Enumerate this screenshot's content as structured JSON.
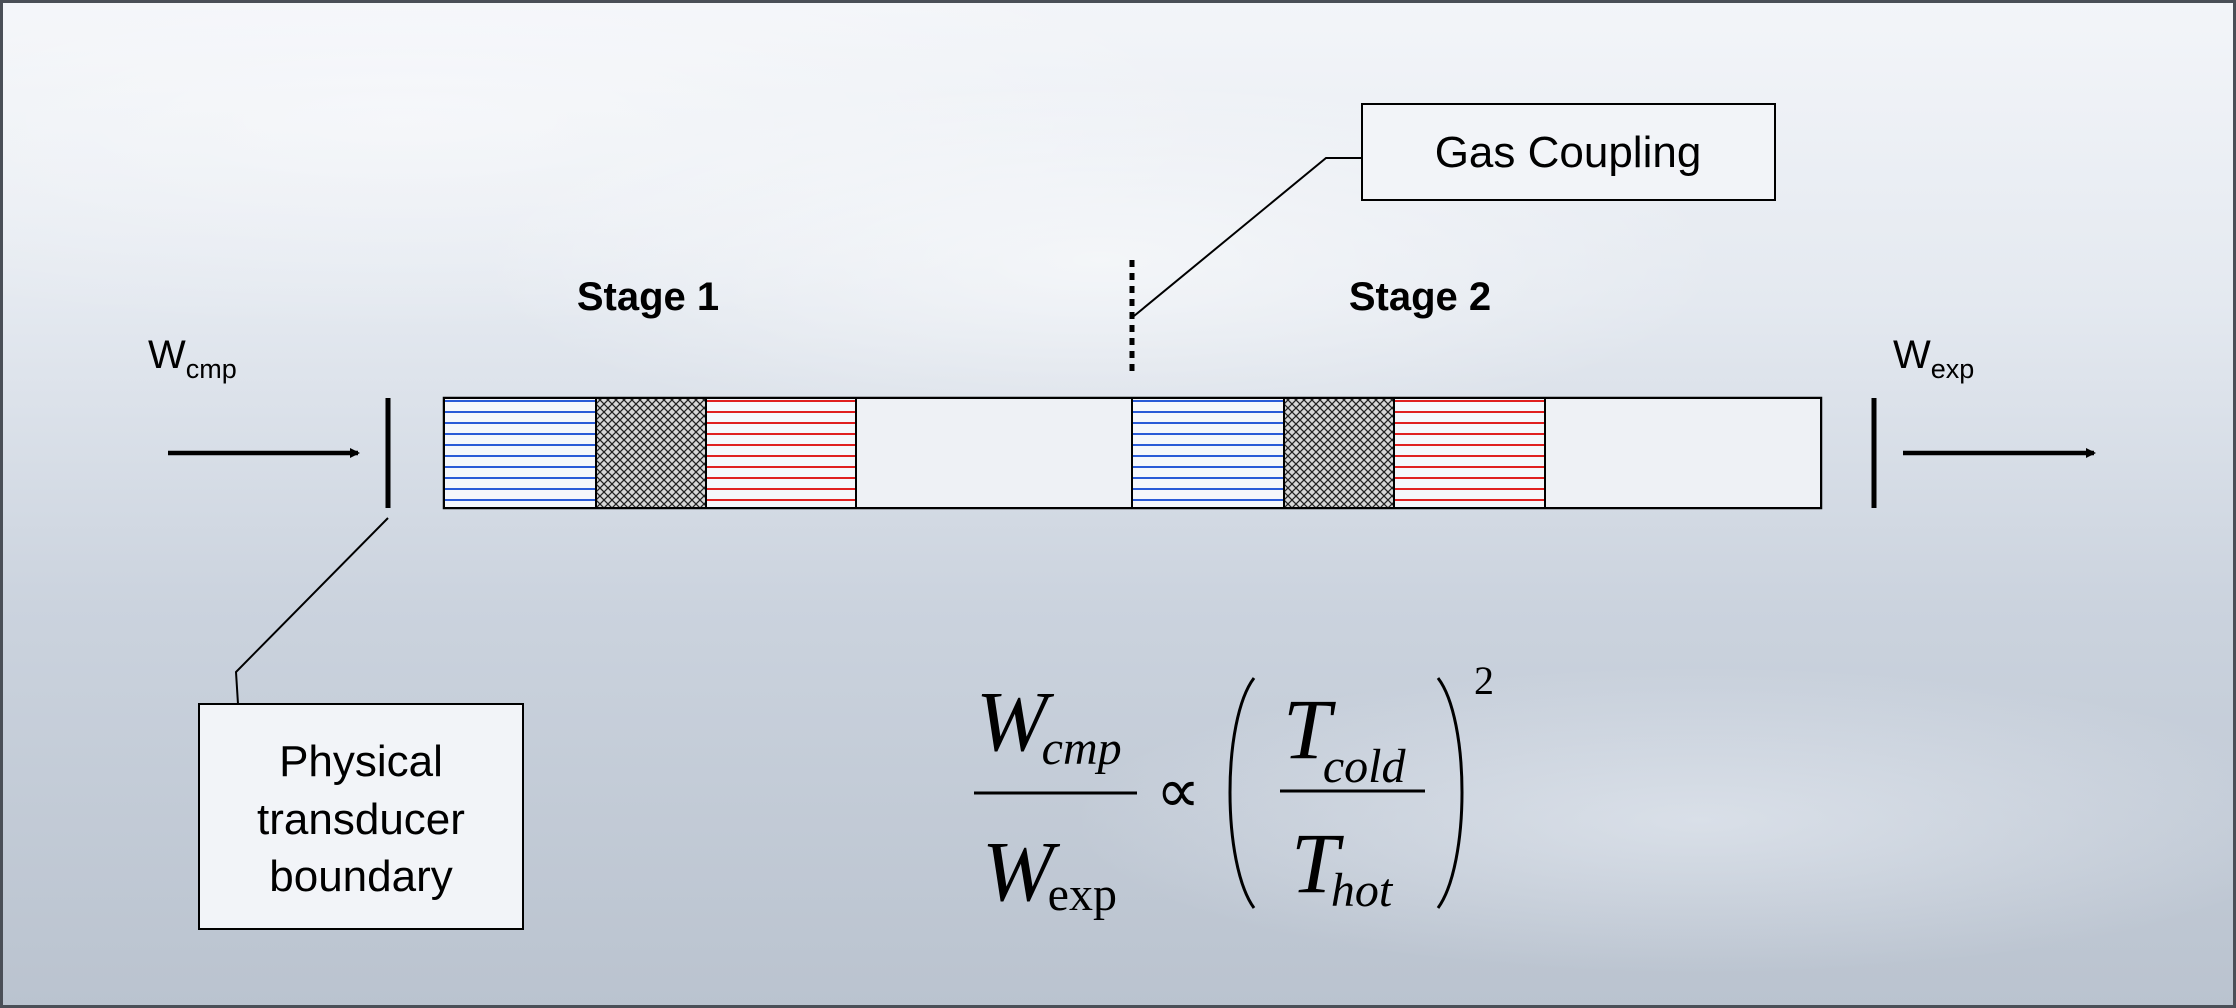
{
  "diagram": {
    "stages": [
      {
        "label": "Stage 1"
      },
      {
        "label": "Stage 2"
      }
    ],
    "gas_coupling_label": "Gas Coupling",
    "boundary_label_lines": [
      "Physical",
      "transducer",
      "boundary"
    ],
    "input_work": {
      "main": "W",
      "sub": "cmp"
    },
    "output_work": {
      "main": "W",
      "sub": "exp"
    },
    "equation": {
      "numerator": {
        "main": "W",
        "sub": "cmp"
      },
      "denominator": {
        "main": "W",
        "sub": "exp"
      },
      "proportional": "∝",
      "inner_numerator": {
        "main": "T",
        "sub": "cold"
      },
      "inner_denominator": {
        "main": "T",
        "sub": "hot"
      },
      "exponent": "2"
    },
    "colors": {
      "cold_hatch": "#2a5bd7",
      "hot_hatch": "#e02020",
      "regenerator_pattern": "#000000",
      "outline": "#000000",
      "box_fill": "#eef1f5"
    }
  }
}
